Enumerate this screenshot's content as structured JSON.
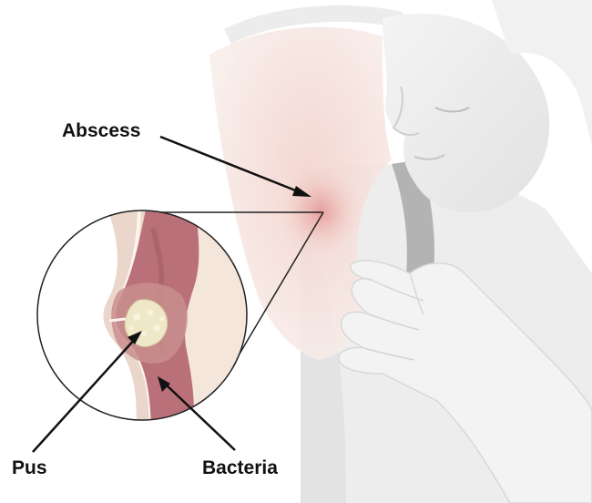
{
  "labels": {
    "abscess": "Abscess",
    "pus": "Pus",
    "bacteria": "Bacteria"
  },
  "colors": {
    "skin_light": "#f7ebe6",
    "skin_inflamed": "#f0c9c4",
    "abscess_core": "#e9a5a4",
    "tissue_layer": "#e5d0c4",
    "tissue_deep": "#b9747a",
    "tissue_deep_dark": "#a5606a",
    "pus": "#efe8c8",
    "outline": "#222222",
    "body_gray": "#e6e6e6",
    "shirt_dark": "#a9a9a9"
  }
}
